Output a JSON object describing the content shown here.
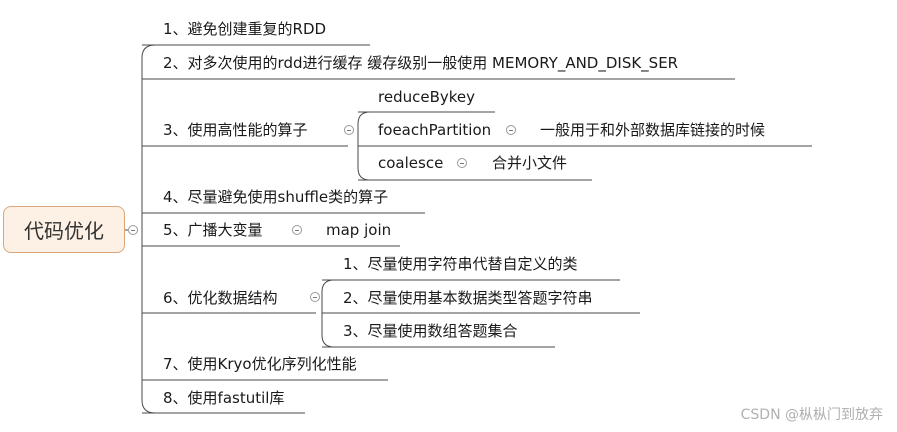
{
  "root": {
    "label": "代码优化"
  },
  "branches": [
    {
      "label": "1、避免创建重复的RDD"
    },
    {
      "label": "2、对多次使用的rdd进行缓存   缓存级别一般使用  MEMORY_AND_DISK_SER"
    },
    {
      "label": "3、使用高性能的算子",
      "children": [
        {
          "label": "reduceBykey"
        },
        {
          "label": "foeachPartition",
          "note": "一般用于和外部数据库链接的时候"
        },
        {
          "label": "coalesce",
          "note": "合并小文件"
        }
      ]
    },
    {
      "label": "4、尽量避免使用shuffle类的算子"
    },
    {
      "label": "5、广播大变量",
      "note": "map join"
    },
    {
      "label": "6、优化数据结构",
      "children": [
        {
          "label": "1、尽量使用字符串代替自定义的类"
        },
        {
          "label": "2、尽量使用基本数据类型答题字符串"
        },
        {
          "label": "3、尽量使用数组答题集合"
        }
      ]
    },
    {
      "label": "7、使用Kryo优化序列化性能"
    },
    {
      "label": "8、使用fastutil库"
    }
  ],
  "watermark": "CSDN @枞枞门到放弃",
  "colors": {
    "line": "#4a4a4a",
    "root_border": "#d9a77e",
    "root_fill": "#fdf0e5"
  },
  "icons": {
    "collapse": "minus-circle-icon"
  }
}
